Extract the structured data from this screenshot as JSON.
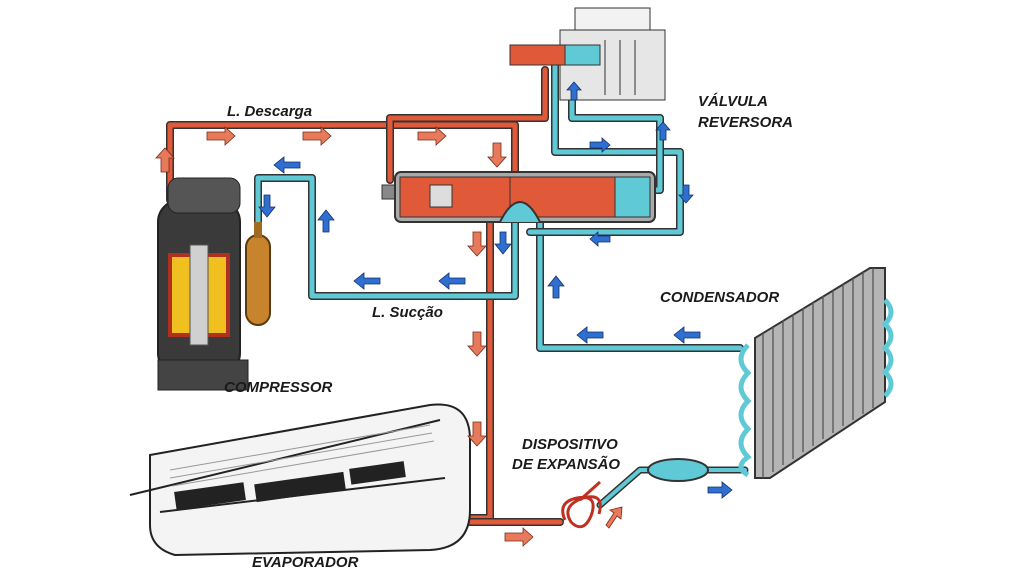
{
  "labels": {
    "discharge": "L. Descarga",
    "valve_line1": "VÁLVULA",
    "valve_line2": "REVERSORA",
    "condenser": "CONDENSADOR",
    "suction": "L. Sucção",
    "compressor": "COMPRESSOR",
    "expansion_line1": "DISPOSITIVO",
    "expansion_line2": "DE EXPANSÃO",
    "evaporator": "EVAPORADOR"
  },
  "colors": {
    "hot_pipe": "#e05a3a",
    "hot_arrow": "#e87a5c",
    "cold_pipe": "#5fc9d6",
    "cold_arrow": "#2f6fd1",
    "outline": "#333333"
  }
}
